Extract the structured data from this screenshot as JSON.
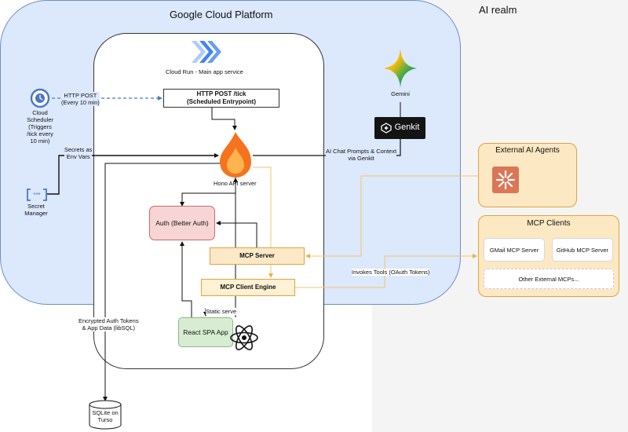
{
  "regions": {
    "gcp": "Google Cloud Platform",
    "ai_realm": "AI realm",
    "cloud_run": "Cloud Run - Main app service",
    "external_agents": "External AI Agents",
    "mcp_clients": "MCP Clients"
  },
  "nodes": {
    "cloud_scheduler": [
      "Cloud",
      "Scheduler",
      "(Triggers",
      "/tick every",
      "10 min)"
    ],
    "secret_manager": [
      "Secret",
      "Manager"
    ],
    "entrypoint": [
      "HTTP POST /tick",
      "(Scheduled Entrypoint)"
    ],
    "hono": "Hono API server",
    "auth": "Auth (Better Auth)",
    "mcp_server": "MCP Server",
    "mcp_engine": "MCP Client Engine",
    "react_spa": "React SPA App",
    "sqlite": [
      "SQLite on",
      "Turso"
    ],
    "gemini": "Gemini",
    "genkit": "Genkit",
    "gmail_mcp": "GMail MCP Server",
    "github_mcp": "GitHub MCP Server",
    "other_mcps": "Other External MCPs..."
  },
  "edges": {
    "http_post": [
      "HTTP POST",
      "(Every 10 min)"
    ],
    "secrets_env": [
      "Secrets as",
      "Env Vars"
    ],
    "ai_chat": [
      "AI Chat Prompts & Context",
      "via Genkit"
    ],
    "invokes_tools": "Invokes Tools (OAuth Tokens)",
    "static_serve": "Static serve",
    "encrypted": [
      "Encrypted Auth Tokens",
      "& App Data (libSQL)"
    ]
  },
  "colors": {
    "gcp_fill": "#dce8fb",
    "auth_fill": "#f8d5d5",
    "mcp_fill": "#fde9c8",
    "spa_fill": "#d7ecd2",
    "external_fill": "#fde8c4",
    "orange_link": "#f3c46e"
  }
}
